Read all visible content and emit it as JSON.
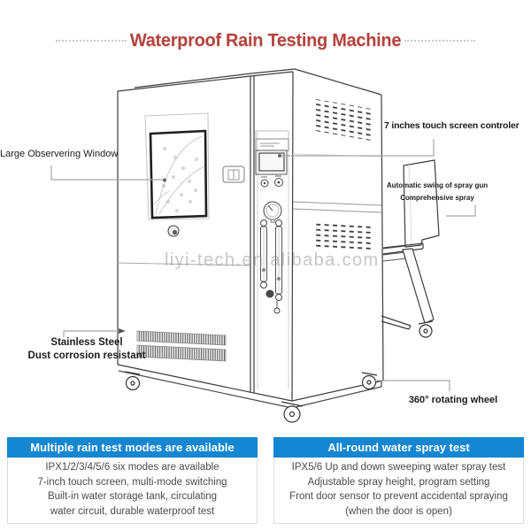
{
  "title": "Waterproof Rain Testing Machine",
  "watermark": "liyi-tech.en.alibaba.com",
  "callouts": {
    "window": "Large Observering Window",
    "touchscreen": "7 inches touch screen controler",
    "spray_line1": "Automatic swing of spray gun",
    "spray_line2": "Comprehensive spray",
    "steel_line1": "Stainless Steel",
    "steel_line2": "Dust corrosion resistant",
    "wheel": "360° rotating wheel"
  },
  "info_boxes": [
    {
      "header": "Multiple rain test modes are available",
      "lines": [
        "IPX1/2/3/4/5/6 six modes are available",
        "7-inch touch screen, multi-mode switching",
        "Built-in water storage tank, circulating",
        "water circuit, durable waterproof test"
      ]
    },
    {
      "header": "All-round water spray test",
      "lines": [
        "IPX5/6 Up and down sweeping water spray test",
        "Adjustable spray height, program setting",
        "Front door sensor to prevent accidental spraying",
        "(when the door is open)"
      ]
    }
  ],
  "colors": {
    "accent_blue": "#1586d1",
    "title_red": "#b2453f",
    "line_dark": "#3c3c3c",
    "line_light": "#c8c8c8",
    "leader_gray": "#a8a8a8",
    "watermark_gray": "#8f8f8f"
  }
}
